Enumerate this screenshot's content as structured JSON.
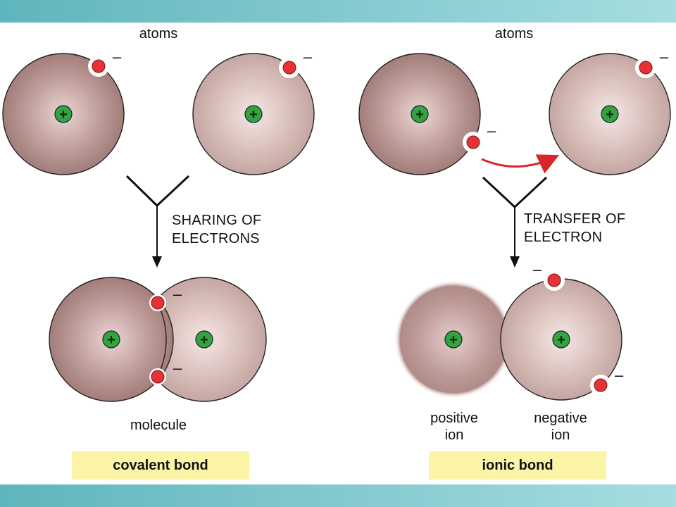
{
  "covalent": {
    "atoms_label": "atoms",
    "step_line1": "SHARING OF",
    "step_line2": "ELECTRONS",
    "product_label": "molecule",
    "bond_label": "covalent bond"
  },
  "ionic": {
    "atoms_label": "atoms",
    "step_line1": "TRANSFER OF",
    "step_line2": "ELECTRON",
    "positive_line1": "positive",
    "positive_line2": "ion",
    "negative_line1": "negative",
    "negative_line2": "ion",
    "bond_label": "ionic bond"
  },
  "symbols": {
    "plus": "+",
    "minus": "–"
  },
  "colors": {
    "band": "#7cc7cc",
    "atom_shell": "#b48b88",
    "nucleus": "#36a23f",
    "electron": "#e63135",
    "arrow_red": "#d8262c",
    "badge": "#fbf3a6"
  }
}
